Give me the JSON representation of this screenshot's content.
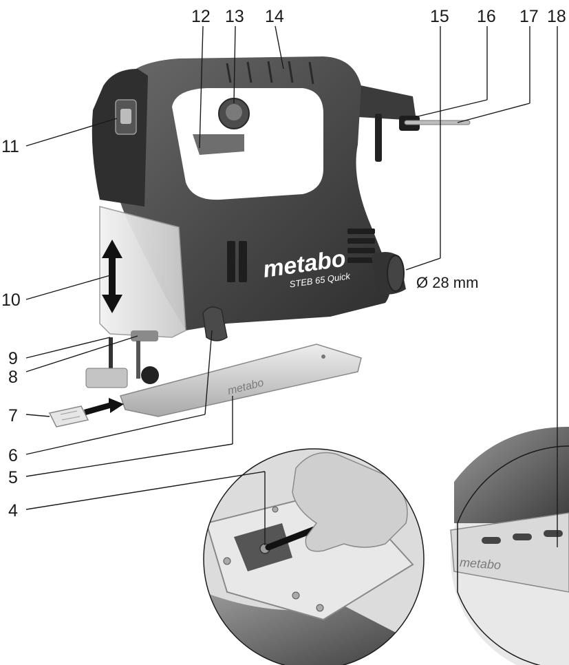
{
  "labels": {
    "l4": "4",
    "l5": "5",
    "l6": "6",
    "l7": "7",
    "l8": "8",
    "l9": "9",
    "l10": "10",
    "l11": "11",
    "l12": "12",
    "l13": "13",
    "l14": "14",
    "l15": "15",
    "l16": "16",
    "l17": "17",
    "l18": "18"
  },
  "dimension": "Ø 28 mm",
  "brand": "metabo",
  "model": "STEB 65 Quick",
  "plate_brand": "metabo",
  "colors": {
    "housing_dark": "#3a3a3a",
    "housing_mid": "#5a5a5a",
    "soft_grip": "#4a4a4a",
    "base_plate": "#d8d8d8",
    "guard": "#e4e4e4"
  },
  "icons": [
    "double-arrow-icon",
    "hand-icon",
    "allen-key-icon"
  ]
}
